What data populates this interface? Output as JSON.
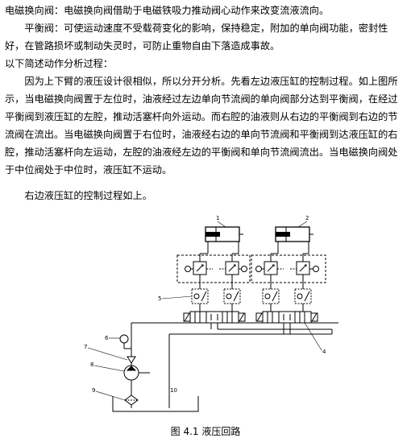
{
  "paragraphs": [
    "电磁换向阀：电磁换向阀借助于电磁铁吸力推动阀心动作来改变流液流向。",
    "平衡阀：可使运动速度不受载荷变化的影响，保持稳定，附加的单向阀功能，密封性好，在管路损坏或制动失灵时，可防止重物自由下落造成事故。",
    "以下简述动作分析过程：",
    "因为上下臂的液压设计很相似，所以分开分析。先看左边液压缸的控制过程。如上图所示，当电磁换向阀置于左位时，油液经过左边单向节流阀的单向阀部分达到平衡阀，在经过平衡阀到液压缸的左腔，推动活塞杆向外运动。而右腔的油液则从右边的平衡阀到右边的节流阀在流出。当电磁换向阀置于右位时，油液经右边的单向节流阀和平衡阀到达液压缸的右腔，推动活塞杆向左运动，左腔的油液经左边的平衡阀和单向节流阀流出。当电磁换向阀处于中位阀处于中位时，液压缸不运动。",
    "右边液压缸的控制过程如上。"
  ],
  "figure": {
    "caption": "图 4.1 液压回路",
    "labels": [
      "1",
      "2",
      "5",
      "6",
      "7",
      "8",
      "9",
      "10",
      "4"
    ]
  }
}
